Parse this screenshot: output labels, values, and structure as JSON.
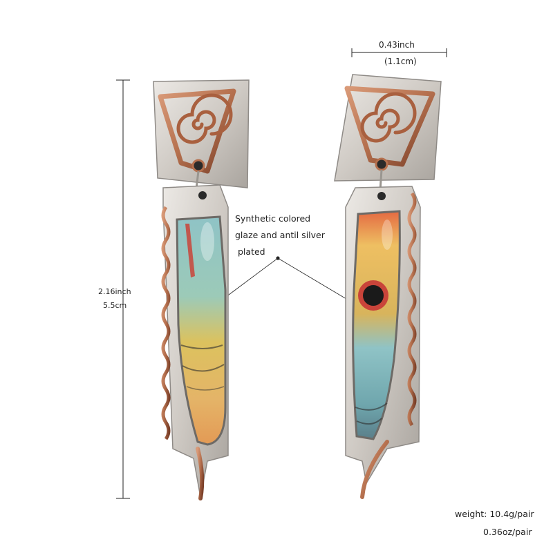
{
  "dimensions": {
    "width_inch": "0.43inch",
    "width_cm": "(1.1cm)",
    "height_inch": "2.16inch",
    "height_cm": "5.5cm"
  },
  "callout": {
    "line1": "Synthetic colored",
    "line2": "glaze and antil silver",
    "line3": "plated"
  },
  "weight": {
    "grams": "weight: 10.4g/pair",
    "ounces": "0.36oz/pair"
  },
  "colors": {
    "copper": "#b5704e",
    "copper_dark": "#7a3f28",
    "silver": "#d8d4cf",
    "silver_dark": "#8e8a86",
    "glaze_blue": "#8fc3c6",
    "glaze_yellow": "#e2c45c",
    "glaze_orange": "#e48a4a",
    "glaze_red": "#c9443a",
    "line": "#222222"
  }
}
